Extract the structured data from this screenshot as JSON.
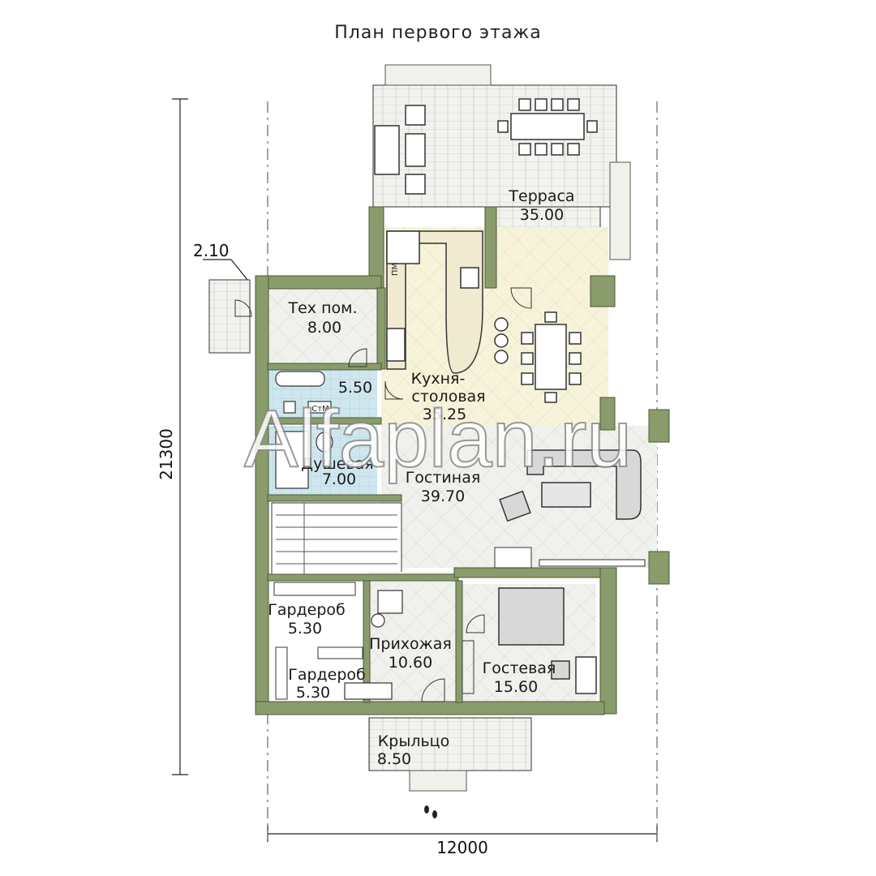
{
  "title": "План первого этажа",
  "dimensions": {
    "width": "12000",
    "height": "21300",
    "porch_step": "2.10"
  },
  "rooms": {
    "terrace": {
      "name": "Терраса",
      "area": "35.00"
    },
    "tech": {
      "name": "Тех пом.",
      "area": "8.00"
    },
    "bath": {
      "area": "5.50"
    },
    "kitchen": {
      "name1": "Кухня-",
      "name2": "столовая",
      "area": "35.25"
    },
    "shower": {
      "name": "Душевая",
      "area": "7.00"
    },
    "living": {
      "name": "Гостиная",
      "area": "39.70"
    },
    "wardrobe1": {
      "name": "Гардероб",
      "area": "5.30"
    },
    "wardrobe2": {
      "name": "Гардероб",
      "area": "5.30"
    },
    "hall": {
      "name": "Прихожая",
      "area": "10.60"
    },
    "guest": {
      "name": "Гостевая",
      "area": "15.60"
    },
    "porch": {
      "name": "Крыльцо",
      "area": "8.50"
    }
  },
  "labels": {
    "fridge": "ПМ",
    "washer": "СтМ"
  },
  "watermark": "Alfaplan.ru",
  "colors": {
    "wall": "#8a9c6c",
    "floor": "#f2f2ee",
    "kitchen_floor": "#f6f3da",
    "bath_floor": "#cfe6ee",
    "line": "#333333"
  }
}
